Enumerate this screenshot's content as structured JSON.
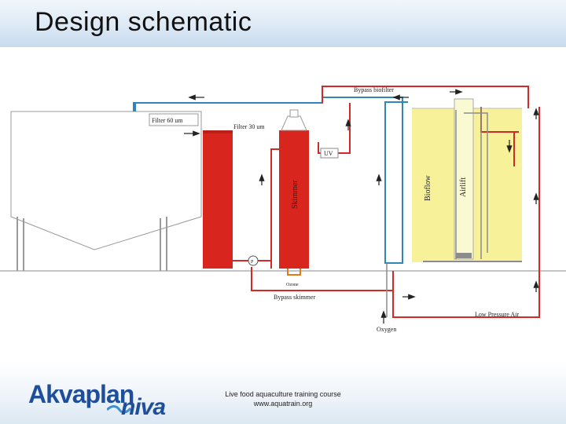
{
  "slide": {
    "title": "Design schematic"
  },
  "diagram": {
    "labels": {
      "bypass_biofilter": "Bypass biofilter",
      "filter_60": "Filter 60 um",
      "filter_30": "Filter 30 um",
      "skimmer": "Skimmer",
      "uv": "UV",
      "bioflow": "Bioflow",
      "airlift": "Airlift",
      "pump": "P",
      "ozone": "Ozone",
      "bypass_skimmer": "Bypass skimmer",
      "oxygen": "Oxygen",
      "low_pressure_air": "Low Pressure Air"
    },
    "colors": {
      "pipe_red": "#d32a25",
      "pipe_blue": "#2f86b7",
      "tank_red": "#d8261f",
      "biofilter_yellow": "#f7f19a",
      "ozone_orange": "#e07a1a"
    }
  },
  "footer": {
    "logo_part1": "Akvaplan",
    "logo_part2": "niva",
    "caption_line1": "Live food aquaculture training course",
    "caption_line2": "www.aquatrain.org"
  }
}
